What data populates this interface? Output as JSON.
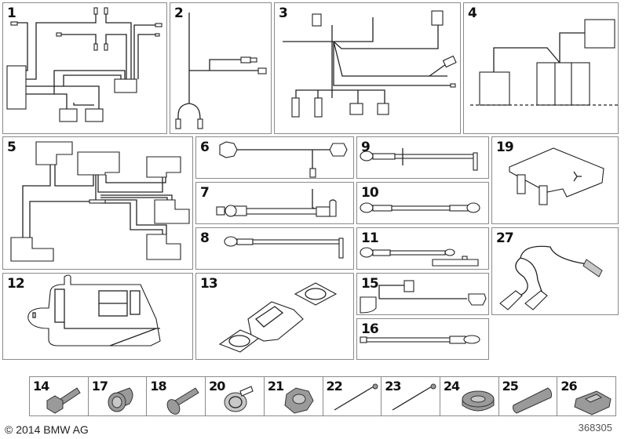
{
  "diagram": {
    "panels": [
      {
        "id": "1",
        "label": "1",
        "content": "wiring-harness-main"
      },
      {
        "id": "2",
        "label": "2",
        "content": "wiring-harness-loop"
      },
      {
        "id": "3",
        "label": "3",
        "content": "wiring-harness-connectors"
      },
      {
        "id": "4",
        "label": "4",
        "content": "wiring-harness-modules"
      },
      {
        "id": "5",
        "label": "5",
        "content": "wiring-harness-distribution"
      },
      {
        "id": "6",
        "label": "6",
        "content": "cable-with-plugs"
      },
      {
        "id": "7",
        "label": "7",
        "content": "battery-cable-clamp"
      },
      {
        "id": "8",
        "label": "8",
        "content": "cable-ring-lug"
      },
      {
        "id": "9",
        "label": "9",
        "content": "cable-ring-lug-grommet"
      },
      {
        "id": "10",
        "label": "10",
        "content": "cable-double-ring-lug"
      },
      {
        "id": "11",
        "label": "11",
        "content": "cable-with-terminal-block"
      },
      {
        "id": "12",
        "label": "12",
        "content": "cover-plate"
      },
      {
        "id": "13",
        "label": "13",
        "content": "fuse-element"
      },
      {
        "id": "15",
        "label": "15",
        "content": "cable-with-connectors"
      },
      {
        "id": "16",
        "label": "16",
        "content": "cable-eyelet"
      },
      {
        "id": "19",
        "label": "19",
        "content": "cover-cap"
      },
      {
        "id": "27",
        "label": "27",
        "content": "charging-clamps-cable"
      }
    ],
    "small_parts": [
      {
        "id": "14",
        "label": "14",
        "content": "hex-bolt"
      },
      {
        "id": "17",
        "label": "17",
        "content": "grommet-plug"
      },
      {
        "id": "18",
        "label": "18",
        "content": "countersunk-screw"
      },
      {
        "id": "20",
        "label": "20",
        "content": "hose-clamp"
      },
      {
        "id": "21",
        "label": "21",
        "content": "hex-nut"
      },
      {
        "id": "22",
        "label": "22",
        "content": "cable-tie"
      },
      {
        "id": "23",
        "label": "23",
        "content": "cable-tie"
      },
      {
        "id": "24",
        "label": "24",
        "content": "rubber-ring"
      },
      {
        "id": "25",
        "label": "25",
        "content": "cable-channel"
      },
      {
        "id": "26",
        "label": "26",
        "content": "cable-holder"
      }
    ]
  },
  "footer": {
    "copyright": "© 2014 BMW AG",
    "diagram_number": "368305"
  }
}
